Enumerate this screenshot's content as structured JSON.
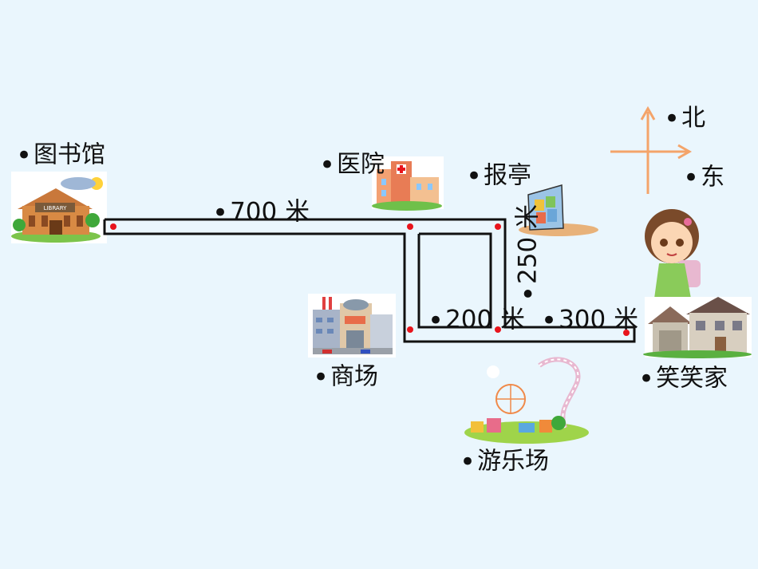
{
  "places": {
    "library": "图书馆",
    "hospital": "医院",
    "kiosk": "报亭",
    "mall": "商场",
    "park": "游乐场",
    "home": "笑笑家"
  },
  "compass": {
    "north": "北",
    "east": "东"
  },
  "distances": {
    "library_to_hospital": "700 米",
    "kiosk_to_corner": "250 米",
    "mall_to_corner": "200 米",
    "corner_to_home": "300 米"
  },
  "library_sign": "LIBRARY",
  "colors": {
    "background": "#eaf6fd",
    "path": "#111111",
    "marker": "#e8141c",
    "compass": "#f4a46a"
  }
}
